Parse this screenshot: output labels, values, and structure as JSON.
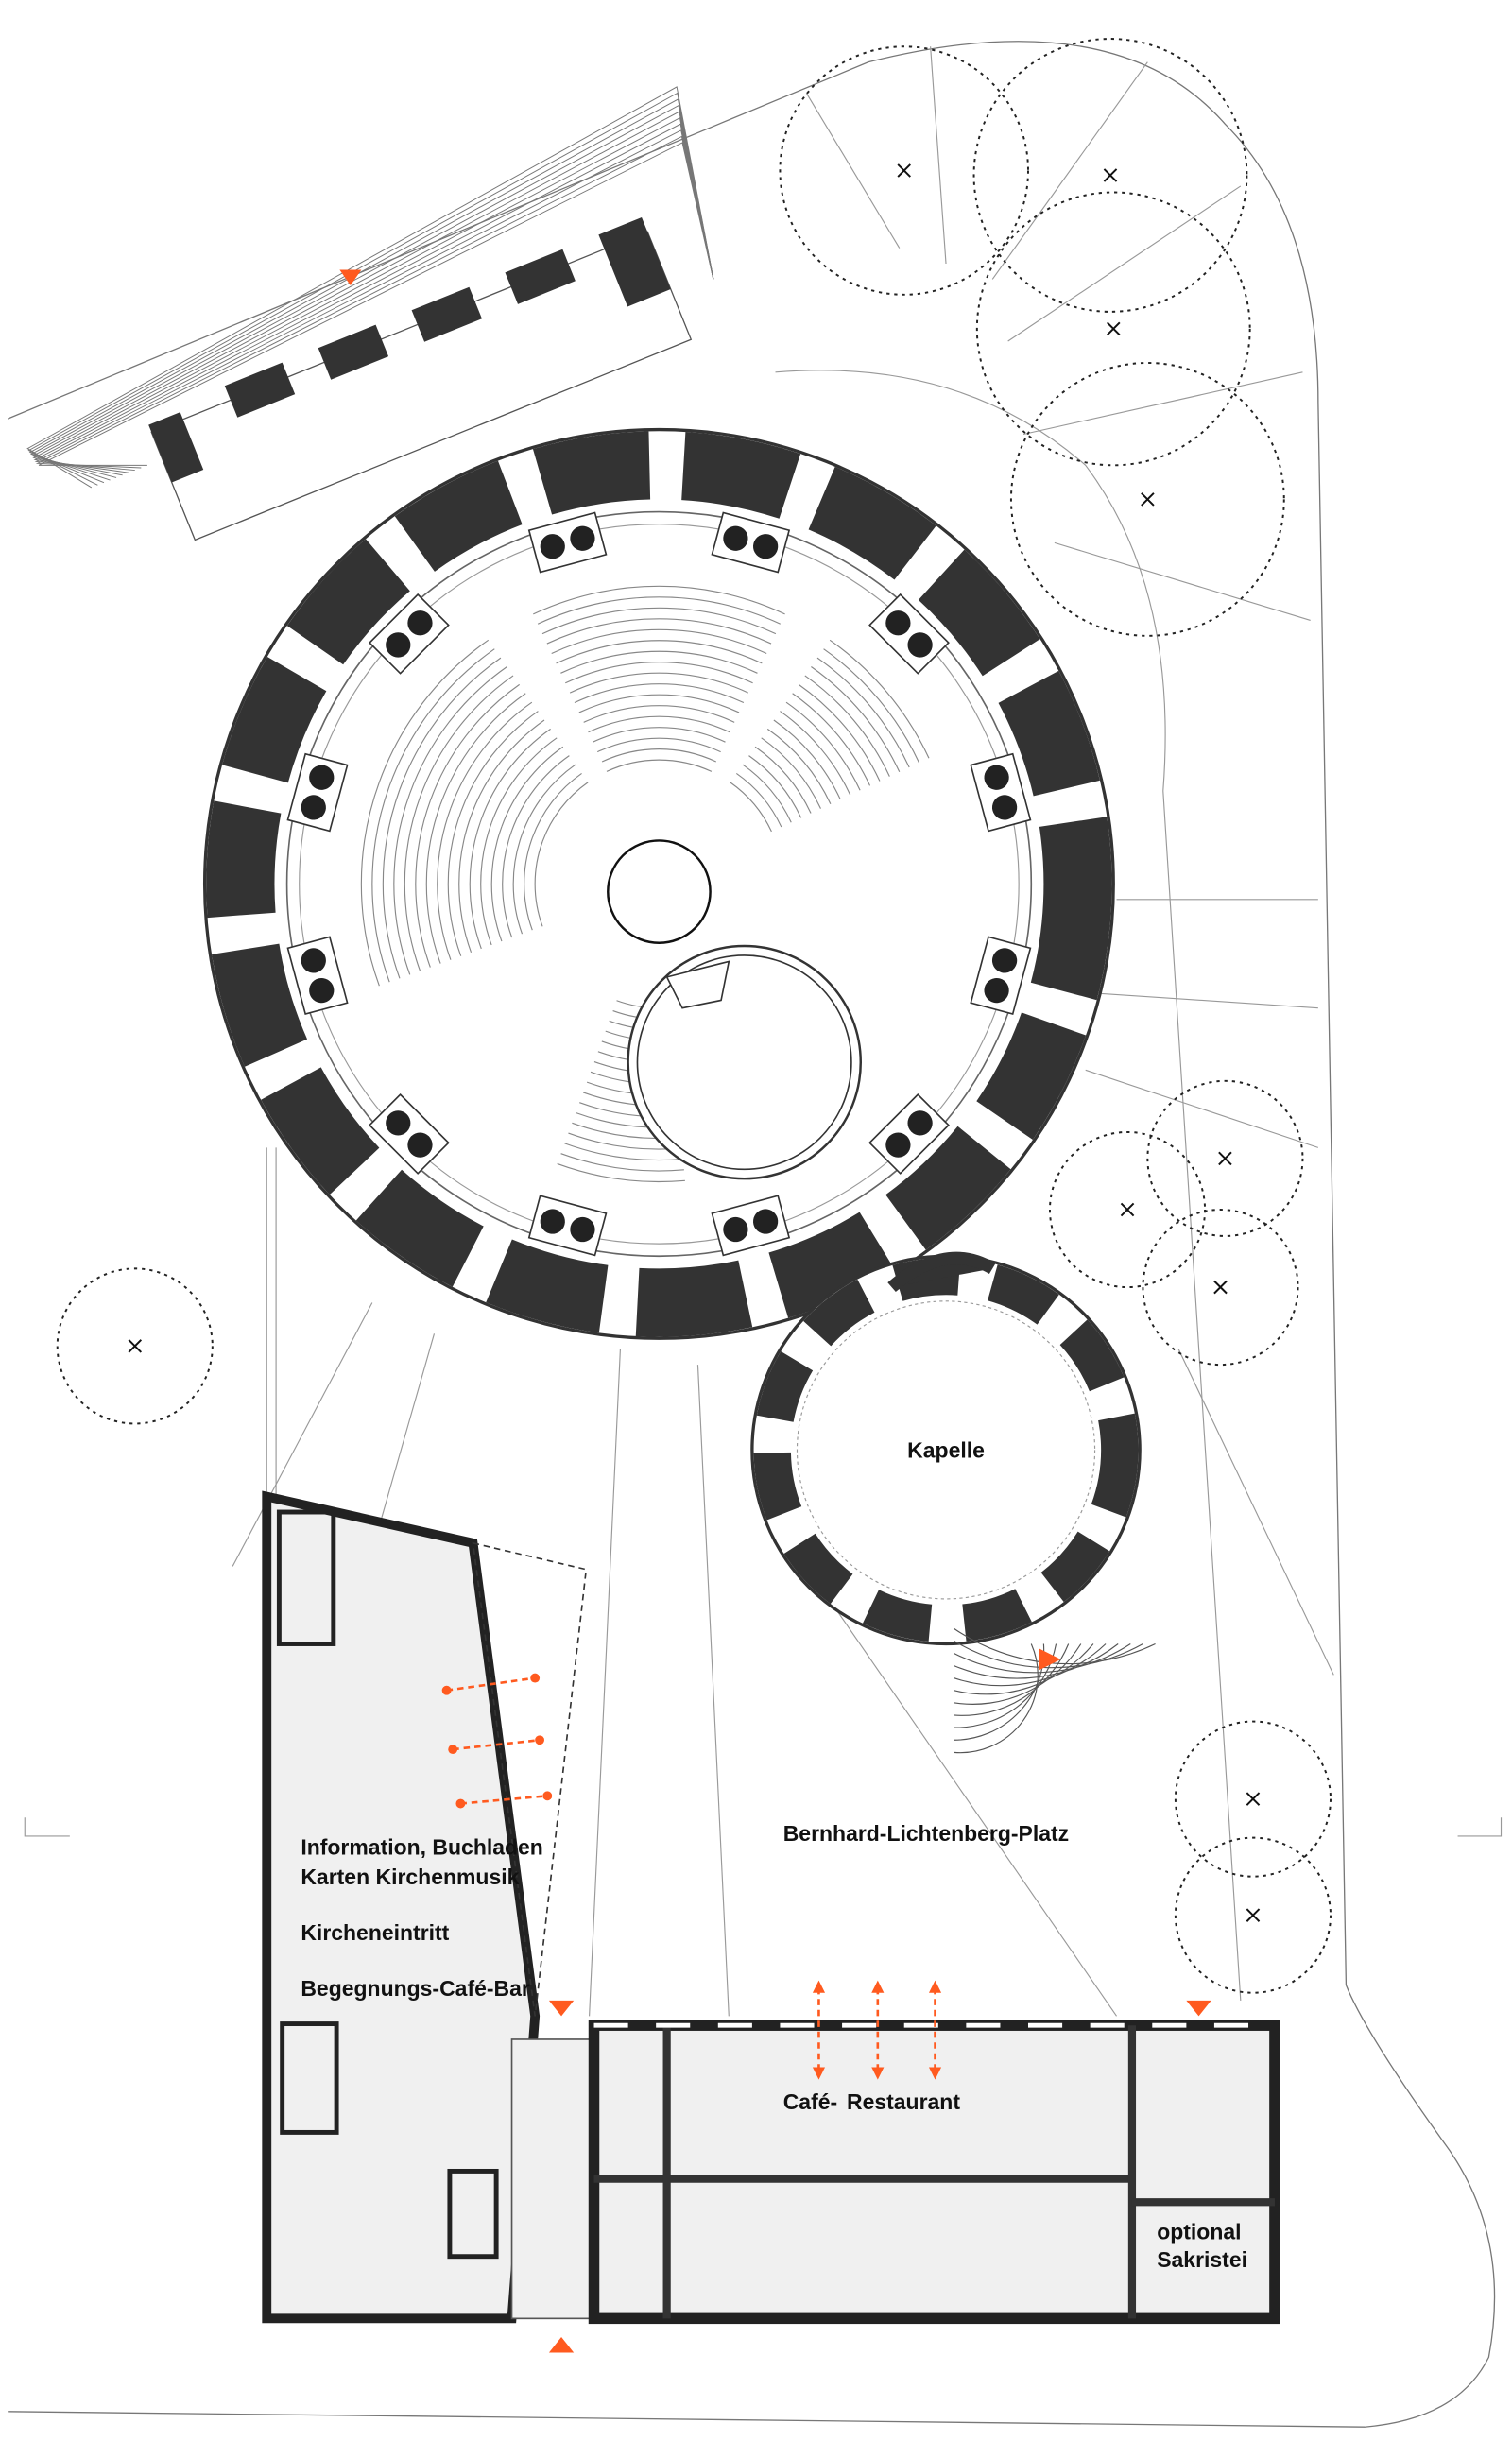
{
  "labels": {
    "chapel": "Kapelle",
    "info_line1": "Information, Buchladen",
    "info_line2": "Karten Kirchenmusik",
    "entrance": "Kircheneintritt",
    "cafe_bar": "Begegnungs-Café-Bar",
    "square": "Bernhard-Lichtenberg-Platz",
    "restaurant_part1": "Café-",
    "restaurant_part2": "Restaurant",
    "sacristy_line1": "optional",
    "sacristy_line2": "Sakristei"
  },
  "colors": {
    "wall": "#333333",
    "accent": "#ff5a1f",
    "building_fill": "#f0f0f0"
  }
}
